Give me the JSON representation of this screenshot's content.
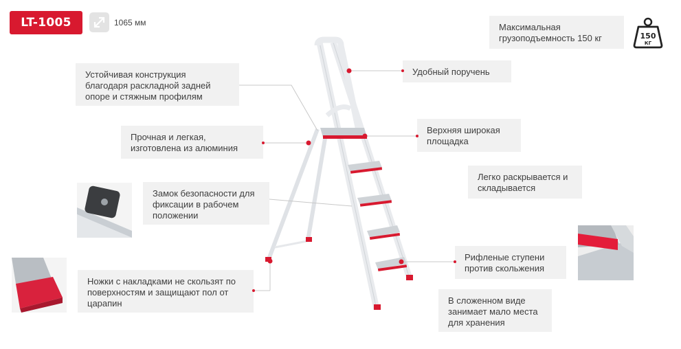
{
  "model_badge": "LT-1005",
  "height_label": "1065 мм",
  "callouts": {
    "max_load": "Максимальная грузоподъемность 150 кг",
    "stable": "Устойчивая конструкция благодаря раскладной задней опоре и стяжным профилям",
    "handrail": "Удобный поручень",
    "aluminium": "Прочная и легкая, изготовлена из алюминия",
    "platform": "Верхняя широкая площадка",
    "folding": "Легко раскрывается и складывается",
    "lock": "Замок безопасности для фиксации в рабочем положении",
    "steps": "Рифленые ступени против скольжения",
    "feet": "Ножки с накладками не скользят по поверхностям и защищают пол от царапин",
    "storage": "В сложенном виде занимает мало места для хранения"
  },
  "weight_icon": {
    "value": "150",
    "unit": "КГ"
  },
  "colors": {
    "accent": "#d8192f",
    "panel": "#f1f1f1"
  },
  "icons": [
    "resize-arrows-icon",
    "weight-icon"
  ]
}
